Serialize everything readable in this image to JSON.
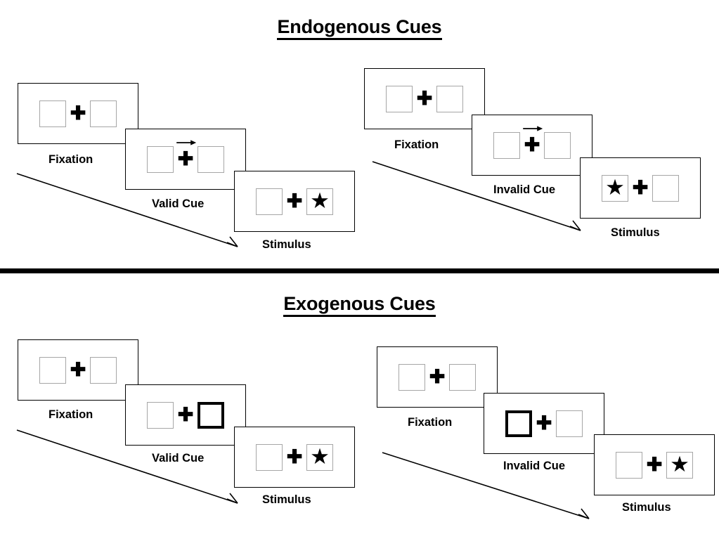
{
  "figure": {
    "title_endogenous": "Endogenous Cues",
    "title_exogenous": "Exogenous Cues"
  },
  "sections": [
    {
      "id": "endogenous",
      "title": "Endogenous Cues",
      "sequences": [
        {
          "id": "endogenous-valid",
          "panels": [
            {
              "caption": "Fixation",
              "left_box": "empty",
              "right_box": "empty",
              "cue": "none",
              "arrow_direction": ""
            },
            {
              "caption": "Valid Cue",
              "left_box": "empty",
              "right_box": "empty",
              "cue": "arrow",
              "arrow_direction": "right"
            },
            {
              "caption": "Stimulus",
              "left_box": "empty",
              "right_box": "star",
              "cue": "none",
              "arrow_direction": ""
            }
          ]
        },
        {
          "id": "endogenous-invalid",
          "panels": [
            {
              "caption": "Fixation",
              "left_box": "empty",
              "right_box": "empty",
              "cue": "none",
              "arrow_direction": ""
            },
            {
              "caption": "Invalid Cue",
              "left_box": "empty",
              "right_box": "empty",
              "cue": "arrow",
              "arrow_direction": "right"
            },
            {
              "caption": "Stimulus",
              "left_box": "star",
              "right_box": "empty",
              "cue": "none",
              "arrow_direction": ""
            }
          ]
        }
      ]
    },
    {
      "id": "exogenous",
      "title": "Exogenous Cues",
      "sequences": [
        {
          "id": "exogenous-valid",
          "panels": [
            {
              "caption": "Fixation",
              "left_box": "empty",
              "right_box": "empty",
              "cue": "none",
              "arrow_direction": ""
            },
            {
              "caption": "Valid Cue",
              "left_box": "empty",
              "right_box": "highlight",
              "cue": "none",
              "arrow_direction": ""
            },
            {
              "caption": "Stimulus",
              "left_box": "empty",
              "right_box": "star",
              "cue": "none",
              "arrow_direction": ""
            }
          ]
        },
        {
          "id": "exogenous-invalid",
          "panels": [
            {
              "caption": "Fixation",
              "left_box": "empty",
              "right_box": "empty",
              "cue": "none",
              "arrow_direction": ""
            },
            {
              "caption": "Invalid Cue",
              "left_box": "highlight",
              "right_box": "empty",
              "cue": "none",
              "arrow_direction": ""
            },
            {
              "caption": "Stimulus",
              "left_box": "empty",
              "right_box": "star",
              "cue": "none",
              "arrow_direction": ""
            }
          ]
        }
      ]
    }
  ],
  "glyphs": {
    "fixation_cross": "✚",
    "star": "★"
  },
  "colors": {
    "ink": "#000000",
    "box_border": "#a6a6a6",
    "background": "#ffffff",
    "highlight_border": "#000000"
  }
}
